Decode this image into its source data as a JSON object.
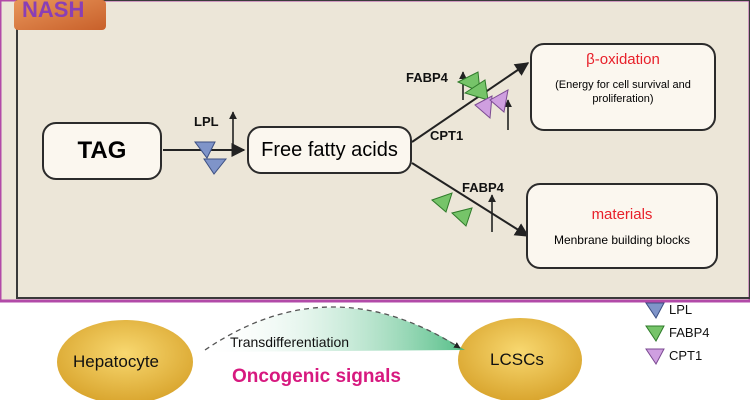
{
  "panel": {
    "tag": "NASH"
  },
  "nodes": {
    "tag": "TAG",
    "ffa": "Free fatty acids",
    "beta_title": "β-oxidation",
    "beta_desc": "(Energy for cell survival and proliferation)",
    "mat_title": "materials",
    "mat_desc": "Menbrane building blocks"
  },
  "labels": {
    "lpl": "LPL",
    "fabp4_top": "FABP4",
    "cpt1": "CPT1",
    "fabp4_bottom": "FABP4"
  },
  "bottom": {
    "hepatocyte": "Hepatocyte",
    "lcsc": "LCSCs",
    "transdiff": "Transdifferentiation",
    "oncogenic": "Oncogenic signals"
  },
  "legend": [
    {
      "label": "LPL",
      "color": "#7f94c9"
    },
    {
      "label": "FABP4",
      "color": "#76c469"
    },
    {
      "label": "CPT1",
      "color": "#cf9fe0"
    }
  ],
  "colors": {
    "accent_red": "#e8202a",
    "oncogenic": "#d7197f",
    "panel_border": "#b24aa8",
    "nash_tag": "#d97a3a"
  }
}
